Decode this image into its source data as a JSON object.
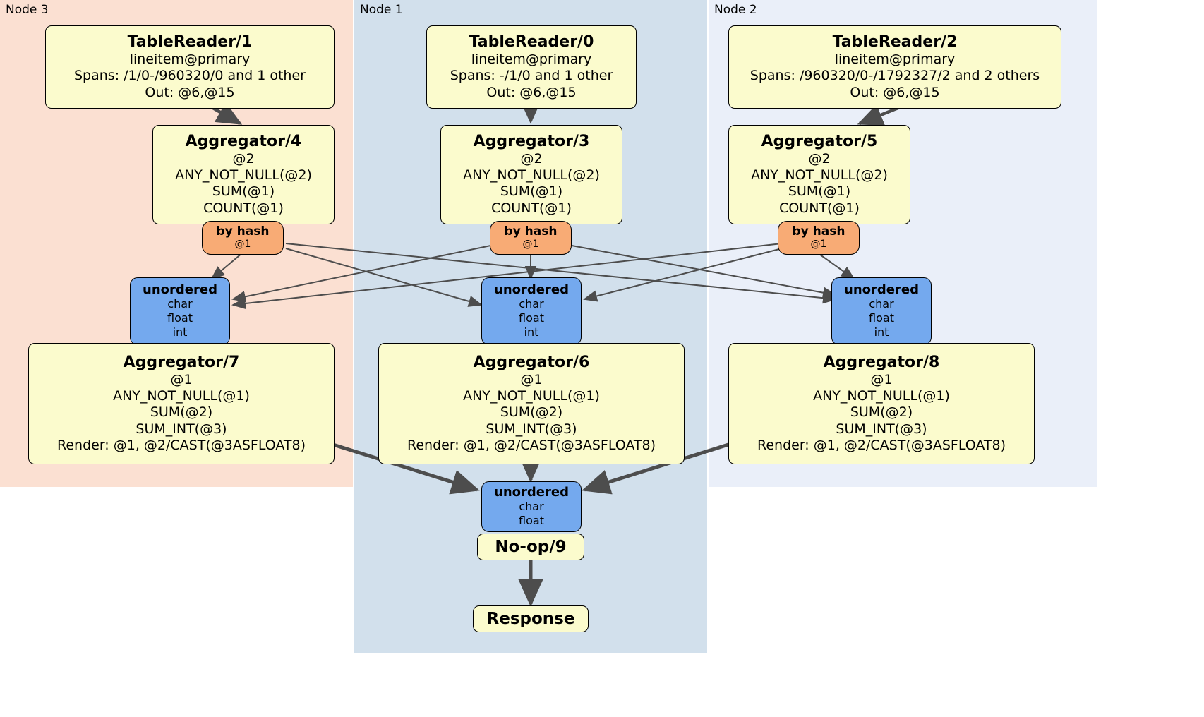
{
  "diagram": {
    "title": "Distributed SQL query execution plan",
    "colors": {
      "node3_panel": "#fbe0d2",
      "node1_panel": "#d2e0ec",
      "node2_panel": "#eaeff9",
      "processor_box": "#fbfbcd",
      "router_box": "#f8ab75",
      "sync_box": "#74a9ee",
      "edge": "#4d4d4d",
      "border": "#000000"
    }
  },
  "panels": [
    {
      "id": "node3",
      "label": "Node 3"
    },
    {
      "id": "node1",
      "label": "Node 1"
    },
    {
      "id": "node2",
      "label": "Node 2"
    }
  ],
  "table_readers": {
    "tr1": {
      "title": "TableReader/1",
      "source": "lineitem@primary",
      "spans": "Spans: /1/0-/960320/0 and 1 other",
      "out": "Out: @6,@15"
    },
    "tr0": {
      "title": "TableReader/0",
      "source": "lineitem@primary",
      "spans": "Spans: -/1/0 and 1 other",
      "out": "Out: @6,@15"
    },
    "tr2": {
      "title": "TableReader/2",
      "source": "lineitem@primary",
      "spans": "Spans: /960320/0-/1792327/2 and 2 others",
      "out": "Out: @6,@15"
    }
  },
  "aggregators_upper": {
    "agg4": {
      "title": "Aggregator/4",
      "group": "@2",
      "f1": "ANY_NOT_NULL(@2)",
      "f2": "SUM(@1)",
      "f3": "COUNT(@1)"
    },
    "agg3": {
      "title": "Aggregator/3",
      "group": "@2",
      "f1": "ANY_NOT_NULL(@2)",
      "f2": "SUM(@1)",
      "f3": "COUNT(@1)"
    },
    "agg5": {
      "title": "Aggregator/5",
      "group": "@2",
      "f1": "ANY_NOT_NULL(@2)",
      "f2": "SUM(@1)",
      "f3": "COUNT(@1)"
    }
  },
  "routers": {
    "r_left": {
      "title": "by hash",
      "column": "@1"
    },
    "r_center": {
      "title": "by hash",
      "column": "@1"
    },
    "r_right": {
      "title": "by hash",
      "column": "@1"
    }
  },
  "synchronizers_upper": {
    "s_left": {
      "title": "unordered",
      "t1": "char",
      "t2": "float",
      "t3": "int"
    },
    "s_center": {
      "title": "unordered",
      "t1": "char",
      "t2": "float",
      "t3": "int"
    },
    "s_right": {
      "title": "unordered",
      "t1": "char",
      "t2": "float",
      "t3": "int"
    }
  },
  "aggregators_lower": {
    "agg7": {
      "title": "Aggregator/7",
      "group": "@1",
      "f1": "ANY_NOT_NULL(@1)",
      "f2": "SUM(@2)",
      "f3": "SUM_INT(@3)",
      "render": "Render: @1, @2/CAST(@3ASFLOAT8)"
    },
    "agg6": {
      "title": "Aggregator/6",
      "group": "@1",
      "f1": "ANY_NOT_NULL(@1)",
      "f2": "SUM(@2)",
      "f3": "SUM_INT(@3)",
      "render": "Render: @1, @2/CAST(@3ASFLOAT8)"
    },
    "agg8": {
      "title": "Aggregator/8",
      "group": "@1",
      "f1": "ANY_NOT_NULL(@1)",
      "f2": "SUM(@2)",
      "f3": "SUM_INT(@3)",
      "render": "Render: @1, @2/CAST(@3ASFLOAT8)"
    }
  },
  "final": {
    "sync_final": {
      "title": "unordered",
      "t1": "char",
      "t2": "float"
    },
    "noop": {
      "title": "No-op/9"
    },
    "response": {
      "title": "Response"
    }
  }
}
